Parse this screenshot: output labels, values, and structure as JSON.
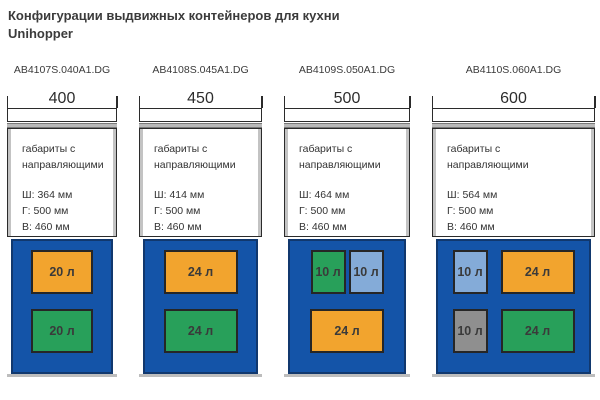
{
  "title": {
    "line1": "Конфигурации выдвижных контейнеров для кухни",
    "line2": "Unihopper"
  },
  "colors": {
    "blue": "#1454a8",
    "orange": "#f2a42e",
    "green": "#28a05a",
    "lightblue": "#84abd8",
    "gray": "#8f8f8f"
  },
  "columns": [
    {
      "code": "AB4107S.040A1.DG",
      "width_label": "400",
      "spec": {
        "intro": "габариты с направляющими",
        "dims": [
          "Ш: 364 мм",
          "Г: 500 мм",
          "В: 460 мм"
        ]
      },
      "rows": [
        {
          "buckets": [
            {
              "label": "20 л",
              "color": "orange"
            }
          ]
        },
        {
          "buckets": [
            {
              "label": "20 л",
              "color": "green"
            }
          ]
        }
      ]
    },
    {
      "code": "AB4108S.045A1.DG",
      "width_label": "450",
      "spec": {
        "intro": "габариты с направляющими",
        "dims": [
          "Ш: 414 мм",
          "Г: 500 мм",
          "В: 460 мм"
        ]
      },
      "rows": [
        {
          "buckets": [
            {
              "label": "24 л",
              "color": "orange"
            }
          ]
        },
        {
          "buckets": [
            {
              "label": "24 л",
              "color": "green"
            }
          ]
        }
      ]
    },
    {
      "code": "AB4109S.050A1.DG",
      "width_label": "500",
      "spec": {
        "intro": "габариты с направляющими",
        "dims": [
          "Ш: 464 мм",
          "Г: 500 мм",
          "В: 460 мм"
        ]
      },
      "rows": [
        {
          "buckets": [
            {
              "label": "10 л",
              "color": "green"
            },
            {
              "label": "10 л",
              "color": "lightblue"
            }
          ]
        },
        {
          "buckets": [
            {
              "label": "24 л",
              "color": "orange"
            }
          ]
        }
      ]
    },
    {
      "code": "AB4110S.060A1.DG",
      "width_label": "600",
      "spec": {
        "intro": "габариты с направляющими",
        "dims": [
          "Ш: 564 мм",
          "Г: 500 мм",
          "В: 460 мм"
        ]
      },
      "rows": [
        {
          "buckets": [
            {
              "label": "10 л",
              "color": "lightblue"
            },
            {
              "label": "24 л",
              "color": "orange"
            }
          ]
        },
        {
          "buckets": [
            {
              "label": "10 л",
              "color": "gray"
            },
            {
              "label": "24 л",
              "color": "green"
            }
          ]
        }
      ]
    }
  ]
}
